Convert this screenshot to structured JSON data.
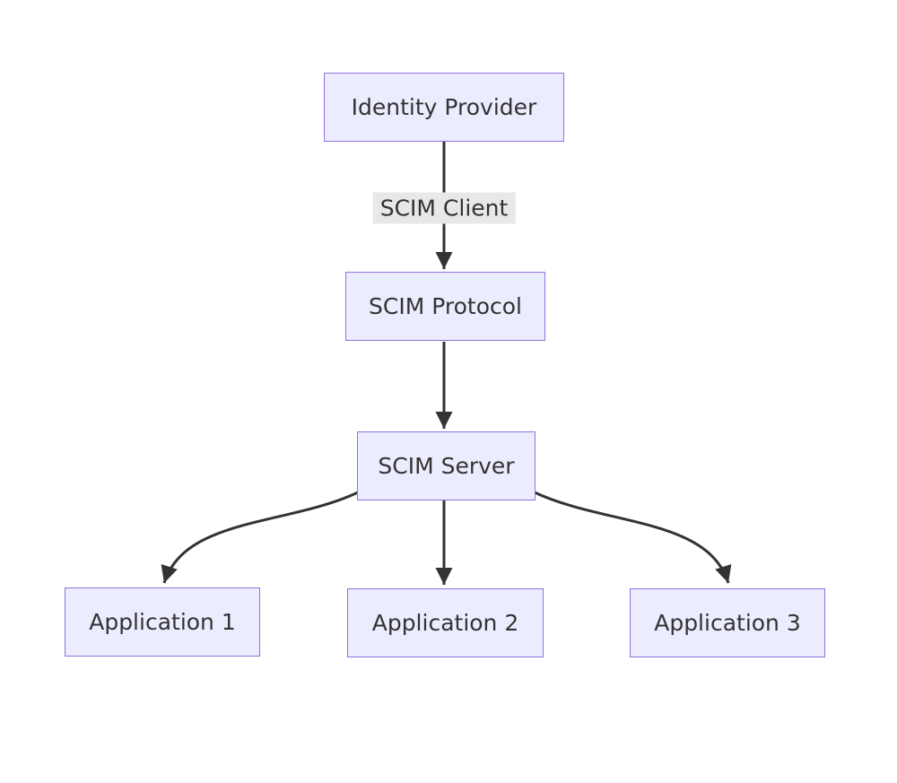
{
  "diagram": {
    "type": "flowchart",
    "direction": "top-down",
    "nodes": [
      {
        "id": "idp",
        "label": "Identity Provider"
      },
      {
        "id": "protocol",
        "label": "SCIM Protocol"
      },
      {
        "id": "server",
        "label": "SCIM Server"
      },
      {
        "id": "app1",
        "label": "Application 1"
      },
      {
        "id": "app2",
        "label": "Application 2"
      },
      {
        "id": "app3",
        "label": "Application 3"
      }
    ],
    "edges": [
      {
        "from": "idp",
        "to": "protocol",
        "label": "SCIM Client",
        "arrow": "filled-triangle"
      },
      {
        "from": "protocol",
        "to": "server",
        "label": "",
        "arrow": "filled-triangle"
      },
      {
        "from": "server",
        "to": "app1",
        "label": "",
        "arrow": "filled-triangle"
      },
      {
        "from": "server",
        "to": "app2",
        "label": "",
        "arrow": "filled-triangle"
      },
      {
        "from": "server",
        "to": "app3",
        "label": "",
        "arrow": "filled-triangle"
      }
    ],
    "colors": {
      "node_fill": "#ECECFF",
      "node_border": "#9370DB",
      "edge": "#333333",
      "text": "#333333",
      "edge_label_bg": "#e8e8e8",
      "background": "#ffffff"
    }
  }
}
